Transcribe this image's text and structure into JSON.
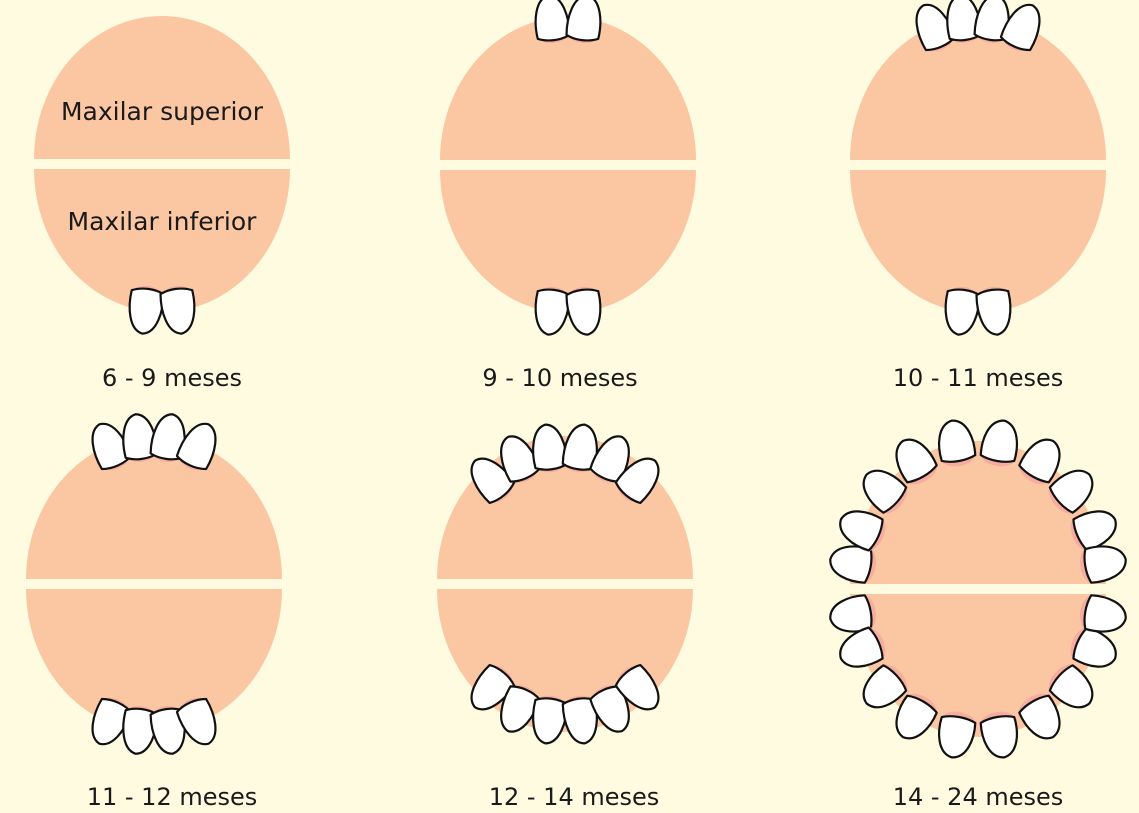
{
  "jaw_labels": {
    "upper": "Maxilar superior",
    "lower": "Maxilar inferior"
  },
  "stages": [
    {
      "label": "6 - 9 meses",
      "upper_teeth": 0,
      "lower_teeth": 2
    },
    {
      "label": "9 - 10 meses",
      "upper_teeth": 2,
      "lower_teeth": 2
    },
    {
      "label": "10 - 11 meses",
      "upper_teeth": 4,
      "lower_teeth": 2
    },
    {
      "label": "11 - 12 meses",
      "upper_teeth": 4,
      "lower_teeth": 4
    },
    {
      "label": "12 - 14 meses",
      "upper_teeth": 6,
      "lower_teeth": 6
    },
    {
      "label": "14 - 24 meses",
      "upper_teeth": 10,
      "lower_teeth": 10
    }
  ],
  "colors": {
    "background": "#fffbe0",
    "jaw": "#fbc7a3",
    "gum": "#f5a8a0",
    "tooth_fill": "#ffffff",
    "tooth_outline": "#111111"
  }
}
